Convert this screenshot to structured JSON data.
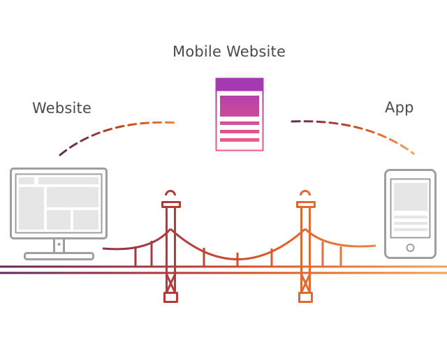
{
  "labels": {
    "mobile_website": "Mobile Website",
    "website": "Website",
    "app": "App"
  },
  "icons": {
    "desktop": "desktop-monitor-icon",
    "mobile_page": "mobile-page-icon",
    "tablet": "tablet-device-icon",
    "bridge": "suspension-bridge-icon"
  },
  "colors": {
    "label_text": "#4a4a4a",
    "device_outline": "#9e9e9e",
    "device_fill": "#e6e6e6",
    "gradient_start": "#5e2a5c",
    "gradient_mid": "#c4451c",
    "gradient_end": "#f6a259",
    "mobile_header": "#a43ab1",
    "mobile_pink": "#e8558a"
  }
}
